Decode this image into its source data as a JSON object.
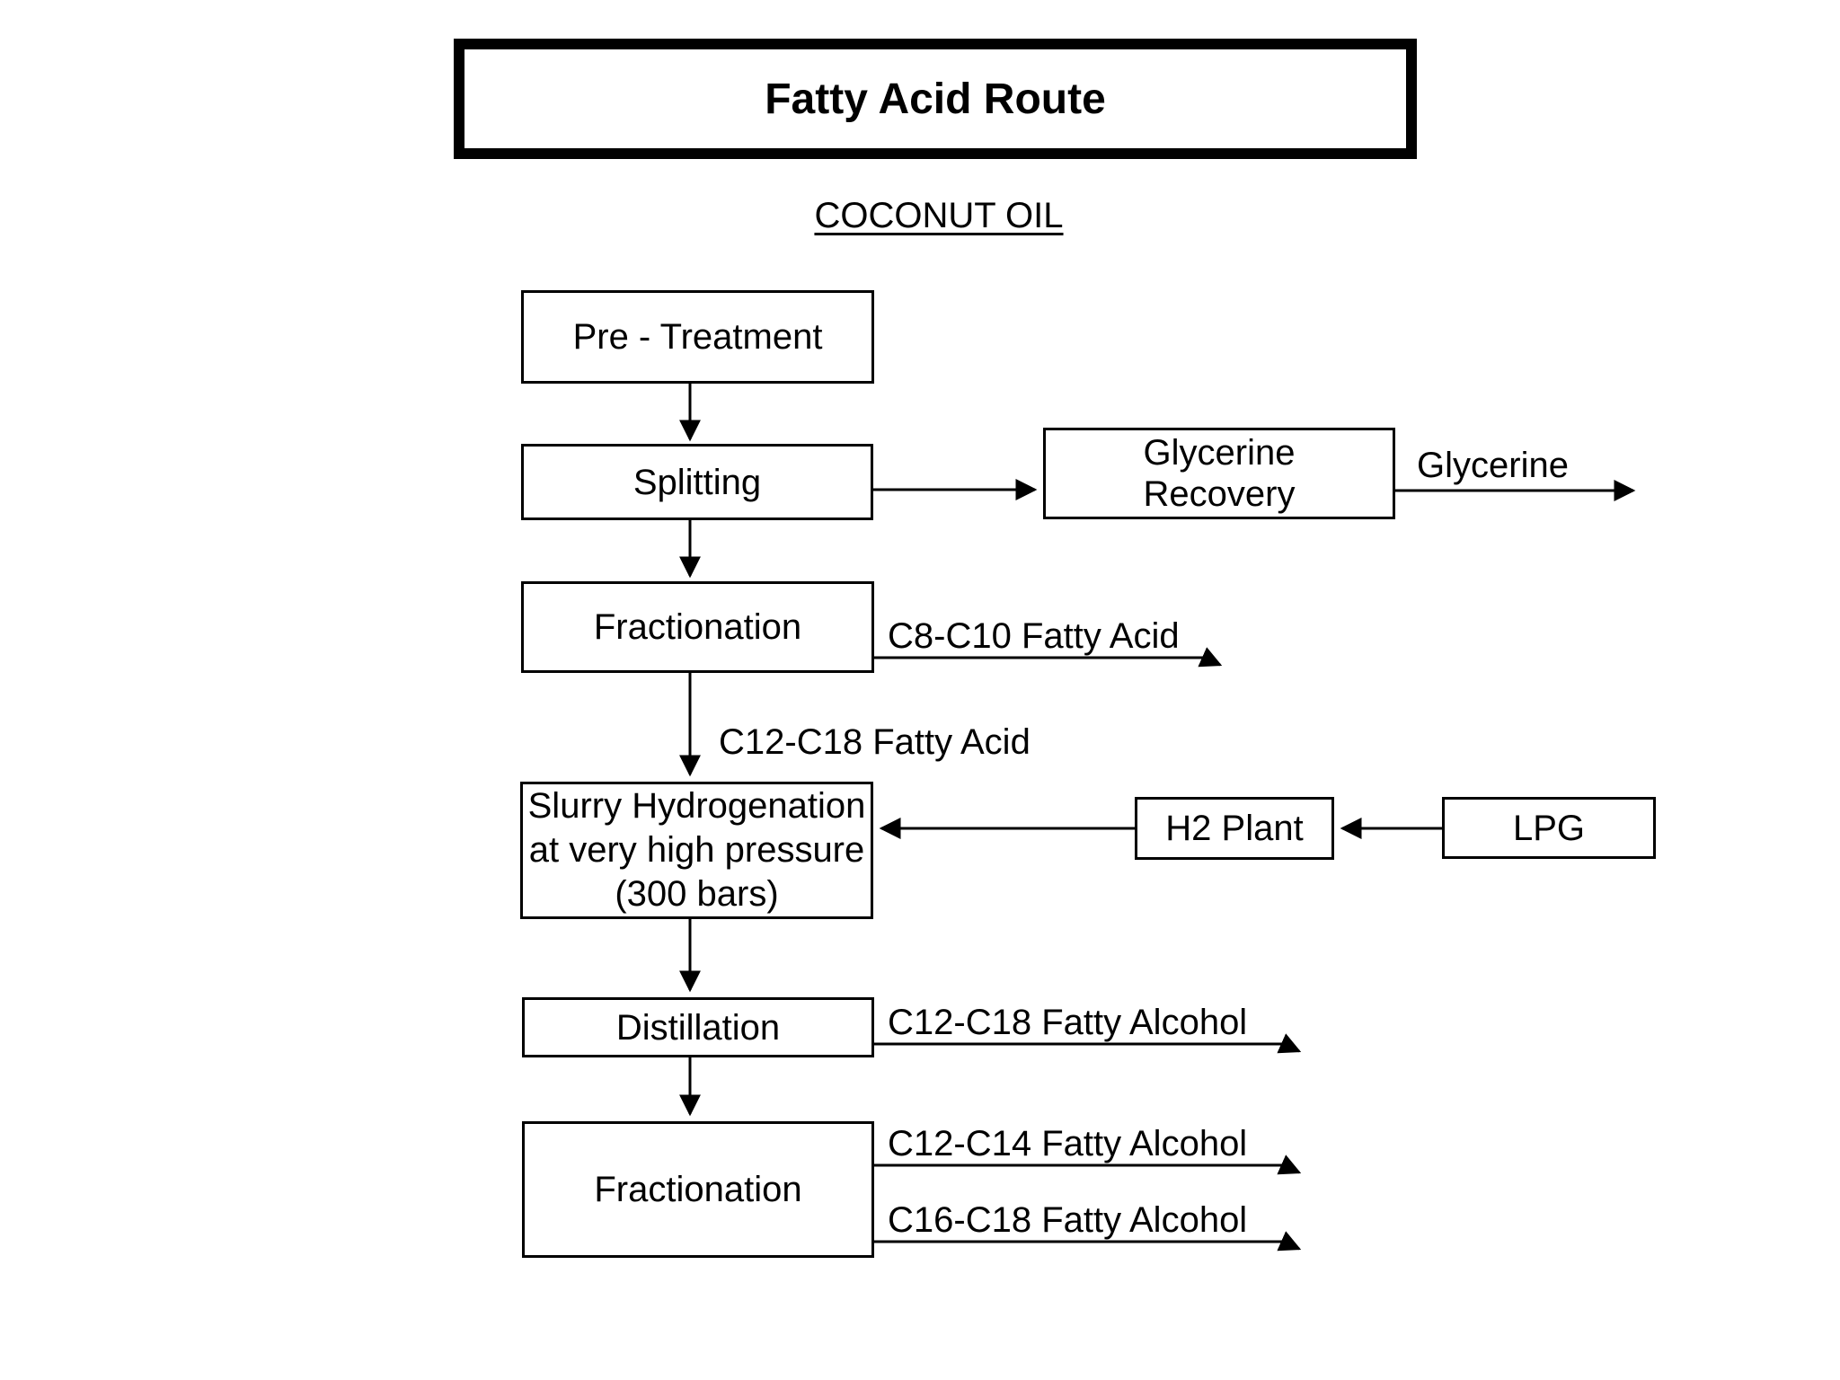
{
  "page": {
    "background_color": "#ffffff",
    "ink_color": "#000000"
  },
  "title": {
    "text": "Fatty Acid Route"
  },
  "subtitle": {
    "text": "COCONUT OIL"
  },
  "nodes": {
    "pre_treatment": {
      "label": "Pre - Treatment"
    },
    "splitting": {
      "label": "Splitting"
    },
    "glycerine_recovery": {
      "lines": [
        "Glycerine",
        "Recovery"
      ]
    },
    "fractionation_1": {
      "label": "Fractionation"
    },
    "slurry_hydrogenation": {
      "lines": [
        "Slurry Hydrogenation",
        "at very high pressure",
        "(300 bars)"
      ]
    },
    "h2_plant": {
      "label": "H2 Plant"
    },
    "lpg": {
      "label": "LPG"
    },
    "distillation": {
      "label": "Distillation"
    },
    "fractionation_2": {
      "label": "Fractionation"
    }
  },
  "flow_labels": {
    "glycerine_out": "Glycerine",
    "c8_c10_fatty_acid": "C8-C10 Fatty Acid",
    "c12_c18_fatty_acid": "C12-C18 Fatty Acid",
    "c12_c18_fatty_alcohol": "C12-C18 Fatty Alcohol",
    "c12_c14_fatty_alcohol": "C12-C14 Fatty Alcohol",
    "c16_c18_fatty_alcohol": "C16-C18 Fatty Alcohol"
  }
}
